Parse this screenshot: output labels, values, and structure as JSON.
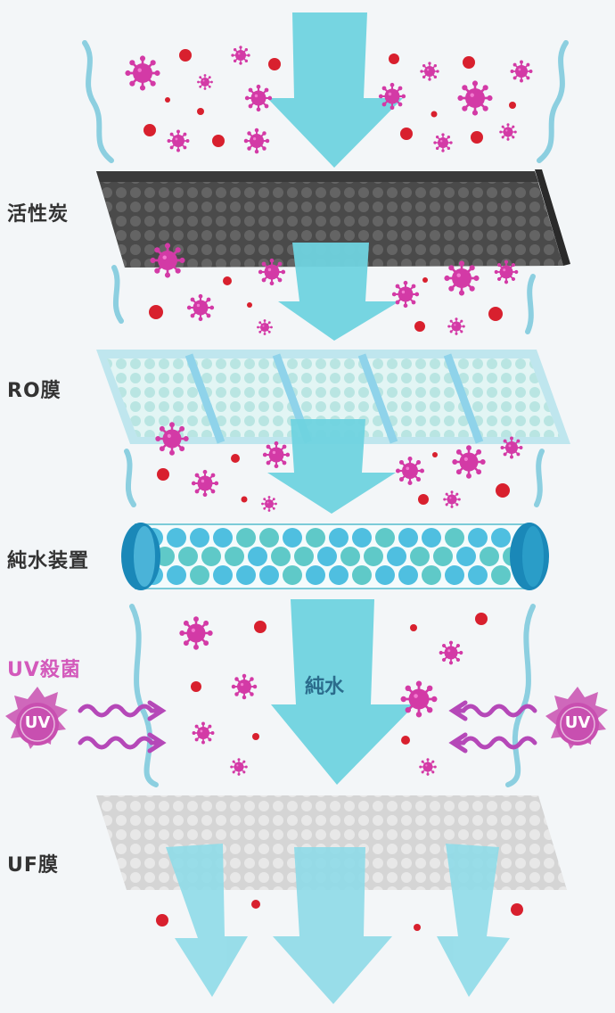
{
  "labels": {
    "activated_carbon": "活性炭",
    "ro_membrane": "RO膜",
    "pure_water_device": "純水装置",
    "uv_sterilization": "UV殺菌",
    "uf_membrane": "UF膜",
    "pure_water": "純水",
    "uv_badge": "UV"
  },
  "colors": {
    "background": "#f3f6f8",
    "arrow": "#6fd3df",
    "arrow_light": "#8fdbe8",
    "virus": "#d33aa6",
    "bacteria": "#d8202e",
    "wave": "#8ccfe0",
    "carbon": "#4a4a4a",
    "ro": "#bfe6ee",
    "resin_teal": "#5fc9c8",
    "resin_blue": "#4fbfe0",
    "uv": "#c84fb0",
    "uf": "#c9c9c9"
  }
}
